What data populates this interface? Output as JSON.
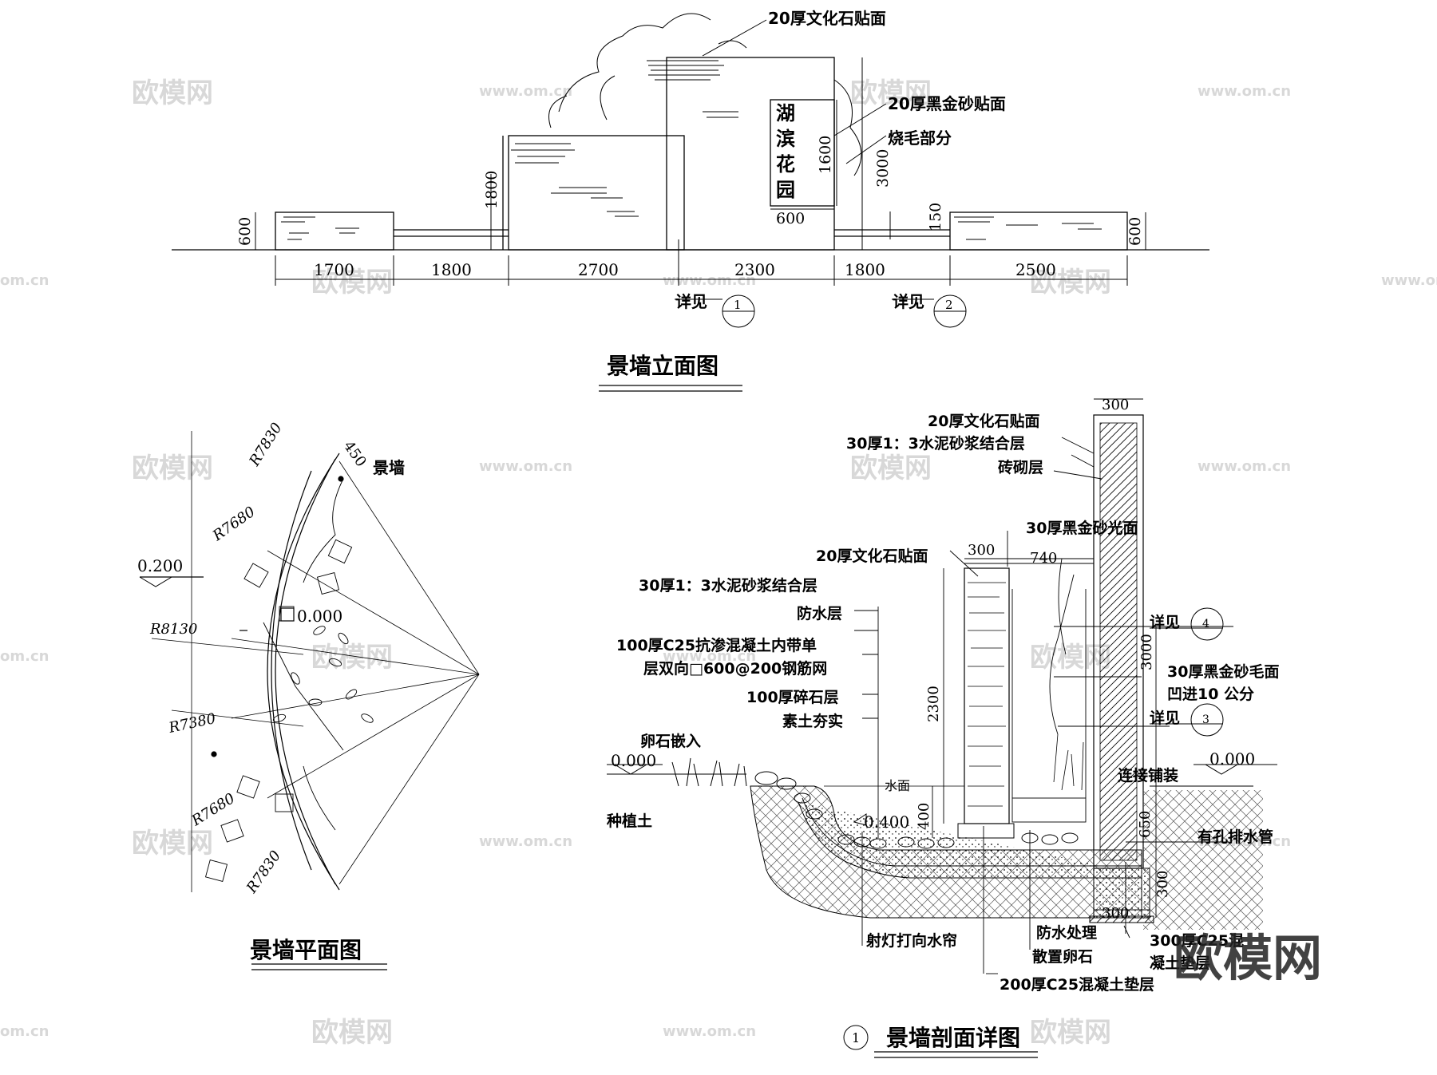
{
  "watermarks": {
    "brand": "欧模网",
    "url": "www.om.cn",
    "url_short": "om.cn",
    "corner_logo": "欧模网"
  },
  "elevation": {
    "title": "景墙立面图",
    "callouts": {
      "culture_stone": "20厚文化石贴面",
      "black_gold": "20厚黑金砂贴面",
      "flamed": "烧毛部分"
    },
    "sign_text": [
      "湖",
      "滨",
      "花",
      "园"
    ],
    "dims_horizontal": [
      "1700",
      "1800",
      "2700",
      "2300",
      "1800",
      "2500"
    ],
    "dims_vertical": {
      "left_600": "600",
      "h1800": "1800",
      "h1600": "1600",
      "h3000": "3000",
      "h150": "150",
      "right_600": "600",
      "w600": "600"
    },
    "detail_refs": [
      {
        "label": "详见",
        "number": "1"
      },
      {
        "label": "详见",
        "number": "2"
      }
    ]
  },
  "plan": {
    "title": "景墙平面图",
    "labels": {
      "wall": "景墙",
      "width": "450",
      "level_top": "0.200",
      "level_mid": "0.000"
    },
    "radii": [
      "R7830",
      "R7680",
      "R8130",
      "R7380",
      "R7680",
      "R7830"
    ]
  },
  "section": {
    "title": "景墙剖面详图",
    "title_number": "1",
    "tall_wall": {
      "width": "300",
      "layers": [
        "20厚文化石贴面",
        "30厚1：3水泥砂浆结合层",
        "砖砌层"
      ],
      "height": "3000"
    },
    "black_gold_polished": "30厚黑金砂光面",
    "short_wall": {
      "width": "300",
      "gap": "740",
      "height": "2300"
    },
    "left_layers": [
      "20厚文化石贴面",
      "30厚1：3水泥砂浆结合层",
      "防水层",
      "100厚C25抗渗混凝土内带单",
      "层双向□600@200钢筋网",
      "100厚碎石层",
      "素土夯实"
    ],
    "right_callouts": {
      "detail4_label": "详见",
      "detail4_number": "4",
      "black_gold_rough": "30厚黑金砂毛面",
      "recess": "凹进10 公分",
      "detail3_label": "详见",
      "detail3_number": "3",
      "level_right": "0.000",
      "paving": "连接铺装",
      "drain": "有孔排水管",
      "c25_300_a": "300厚C25混",
      "c25_300_b": "凝土垫层"
    },
    "left_callouts": {
      "pebble_inlay": "卵石嵌入",
      "level_left": "0.000",
      "water_surface": "水面",
      "planting_soil": "种植土",
      "level_pool": "0.400",
      "depth_400": "400",
      "depth_650": "650",
      "depth_300": "300",
      "base_300": "300"
    },
    "bottom_callouts": {
      "spotlight": "射灯打向水帘",
      "waterproof": "防水处理",
      "scattered_pebbles": "散置卵石",
      "c25_200": "200厚C25混凝土垫层"
    }
  }
}
